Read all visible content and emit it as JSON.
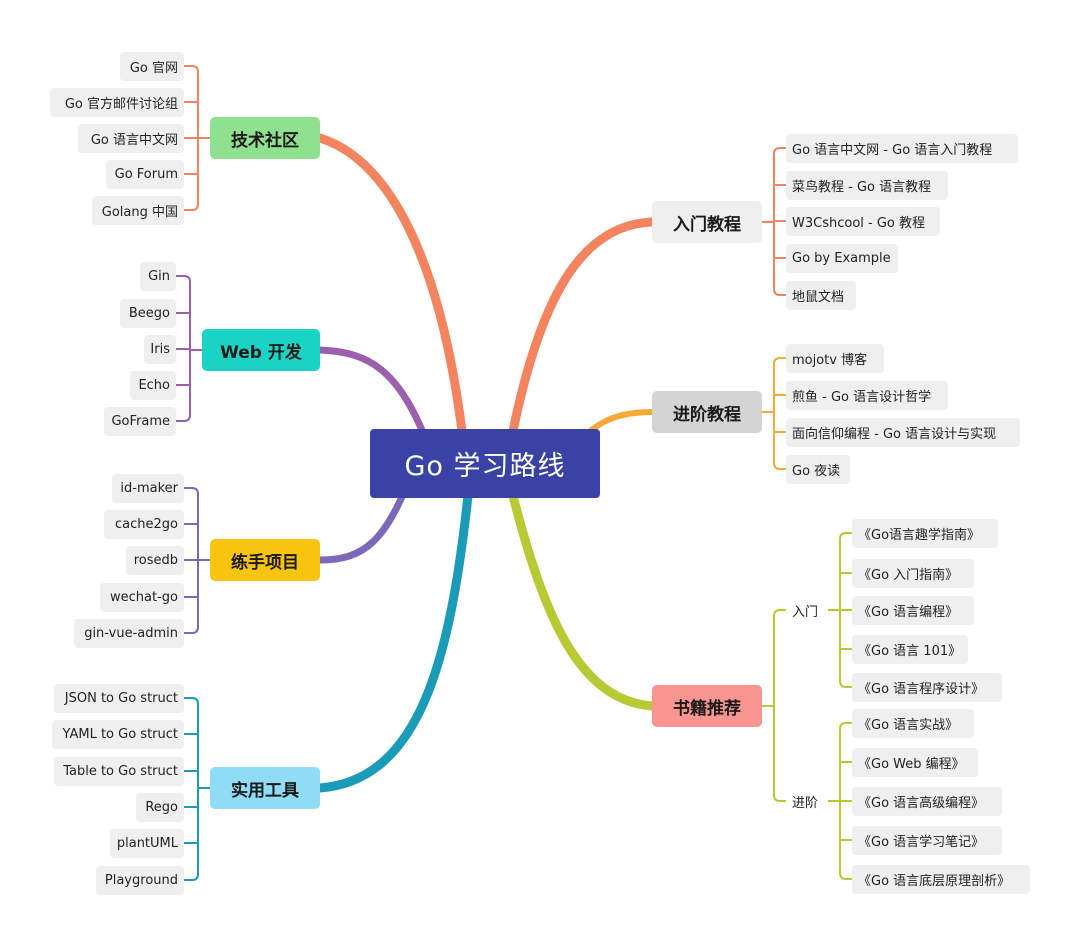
{
  "center": "Go 学习路线",
  "colors": {
    "center_bg": "#3a43a5",
    "community": "#f4845f",
    "web": "#9b5fb0",
    "projects": "#7b68b8",
    "tools": "#1a9bb8",
    "intro": "#f4845f",
    "advanced": "#f7a937",
    "books": "#b8c934"
  },
  "left": {
    "community": {
      "label": "技术社区",
      "items": [
        "Go 官网",
        "Go 官方邮件讨论组",
        "Go 语言中文网",
        "Go Forum",
        "Golang 中国"
      ]
    },
    "web": {
      "label": "Web 开发",
      "items": [
        "Gin",
        "Beego",
        "Iris",
        "Echo",
        "GoFrame"
      ]
    },
    "projects": {
      "label": "练手项目",
      "items": [
        "id-maker",
        "cache2go",
        "rosedb",
        "wechat-go",
        "gin-vue-admin"
      ]
    },
    "tools": {
      "label": "实用工具",
      "items": [
        "JSON to Go struct",
        "YAML to Go struct",
        "Table to Go struct",
        "Rego",
        "plantUML",
        "Playground"
      ]
    }
  },
  "right": {
    "intro": {
      "label": "入门教程",
      "items": [
        "Go 语言中文网 - Go 语言入门教程",
        "菜鸟教程 - Go 语言教程",
        "W3Cshcool - Go 教程",
        "Go by Example",
        "地鼠文档"
      ]
    },
    "advanced": {
      "label": "进阶教程",
      "items": [
        "mojotv 博客",
        "煎鱼 - Go 语言设计哲学",
        "面向信仰编程 - Go 语言设计与实现",
        "Go 夜读"
      ]
    },
    "books": {
      "label": "书籍推荐",
      "basic": {
        "label": "入门",
        "items": [
          "《Go语言趣学指南》",
          "《Go 入门指南》",
          "《Go 语言编程》",
          "《Go 语言 101》",
          "《Go 语言程序设计》"
        ]
      },
      "adv": {
        "label": "进阶",
        "items": [
          "《Go 语言实战》",
          "《Go Web 编程》",
          "《Go 语言高级编程》",
          "《Go 语言学习笔记》",
          "《Go 语言底层原理剖析》"
        ]
      }
    }
  }
}
